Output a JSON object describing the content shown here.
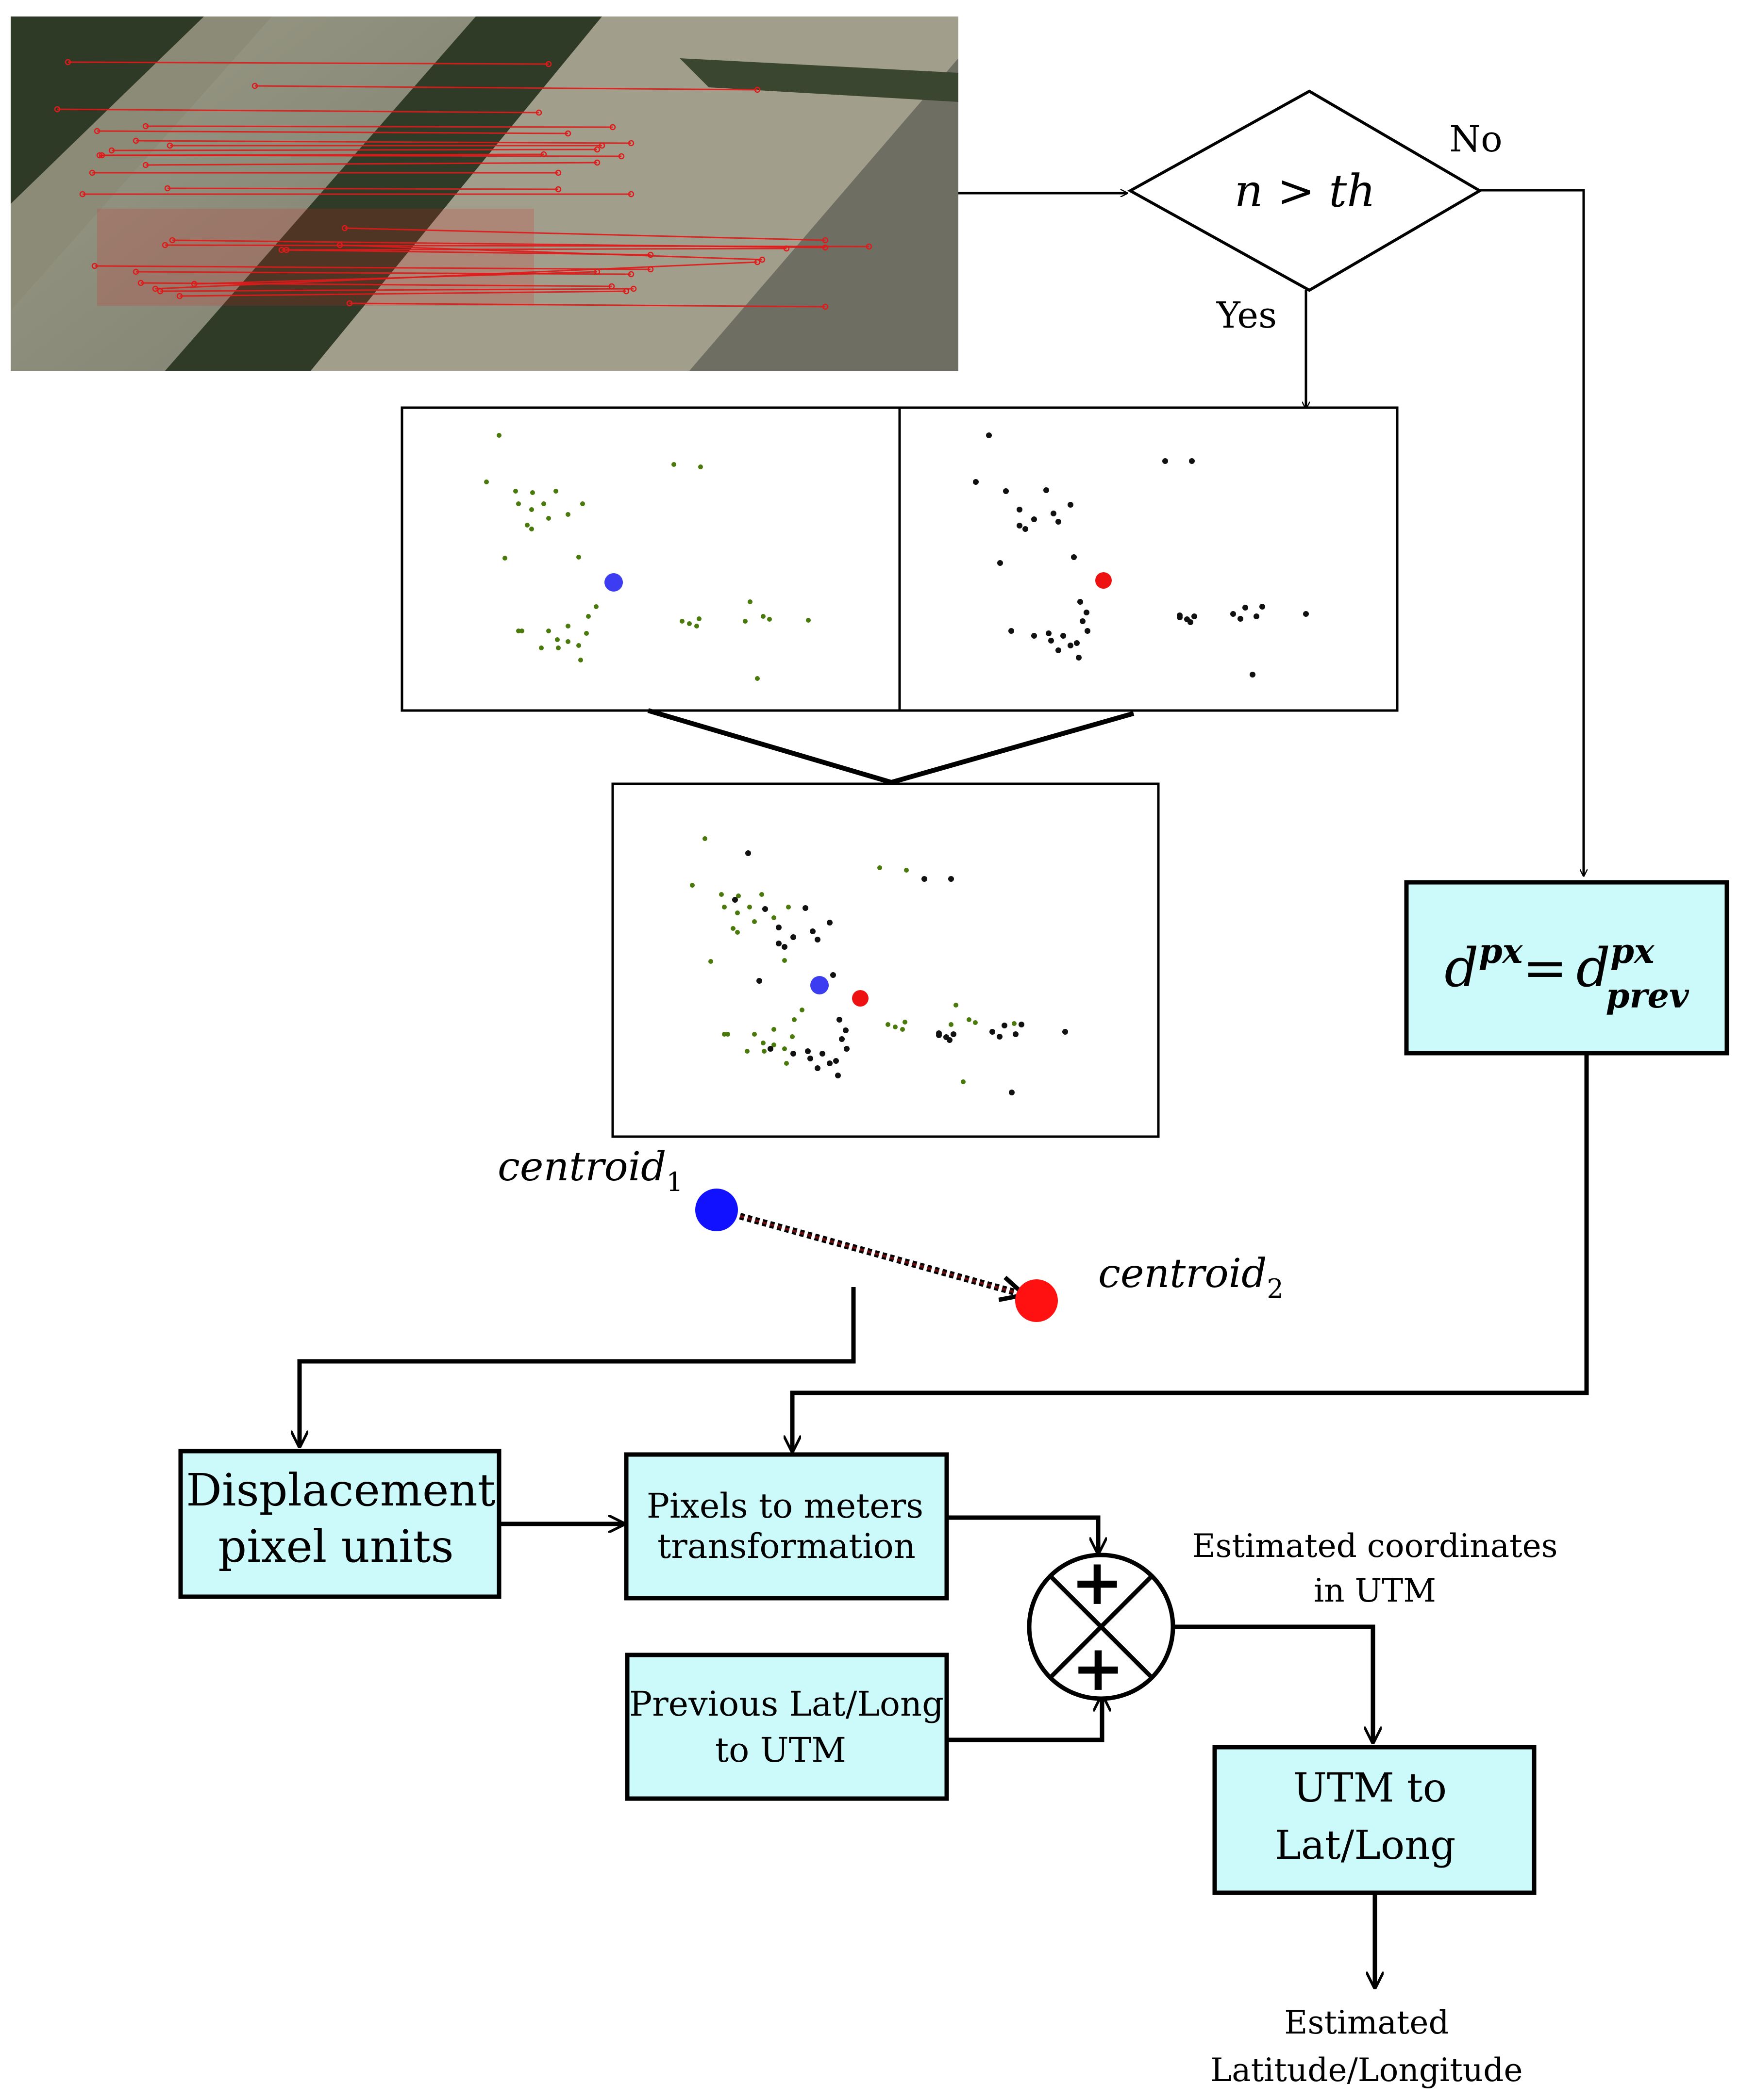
{
  "decision": {
    "condition": "n > th",
    "yes_label": "Yes",
    "no_label": "No"
  },
  "centroids": {
    "first": {
      "name": "centroid",
      "sub": "1"
    },
    "second": {
      "name": "centroid",
      "sub": "2"
    }
  },
  "boxes": {
    "prev_displacement": {
      "lhs": "d",
      "lhs_sup": "px",
      "eq": "=",
      "rhs": "d",
      "rhs_sup": "px",
      "rhs_sub": "prev"
    },
    "displacement": {
      "line1": "Displacement",
      "line2": "pixel units"
    },
    "pixels_to_meters": {
      "line1": "Pixels to meters",
      "line2": "transformation"
    },
    "previous_latlong": {
      "line1": "Previous Lat/Long",
      "line2": "to UTM"
    },
    "utm_to_latlong": {
      "line1": "UTM to",
      "line2": "Lat/Long"
    }
  },
  "summing_junction": {
    "top_sign": "+",
    "bottom_sign": "+"
  },
  "labels": {
    "estimated_utm": {
      "line1": "Estimated coordinates",
      "line2": "in UTM"
    },
    "estimated_latlong": {
      "line1": "Estimated",
      "line2": "Latitude/Longitude"
    }
  },
  "colors": {
    "box_fill": "#ccfafa",
    "keypoints_1": "#4a7a0c",
    "keypoints_2": "#111111",
    "centroid_1": "#3c3cf0",
    "centroid_2": "#ee1111",
    "match_lines": "#e01a1a"
  }
}
